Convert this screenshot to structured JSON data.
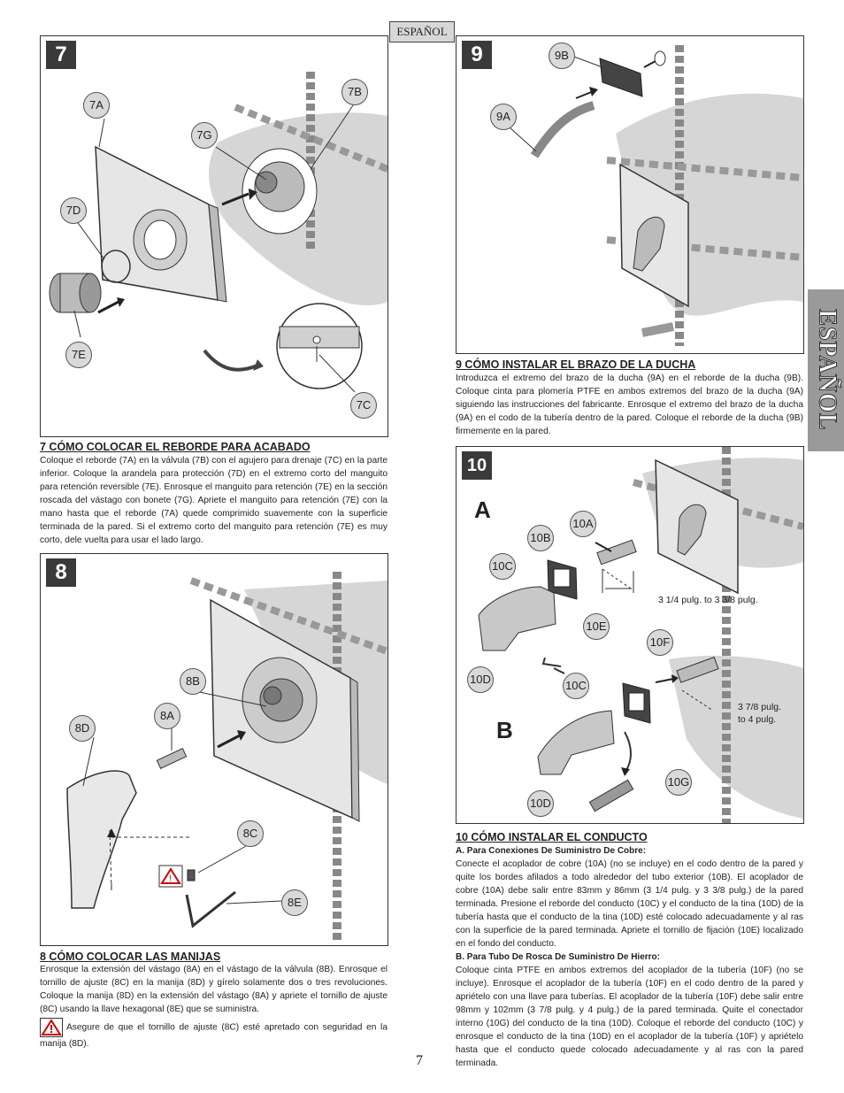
{
  "header": {
    "language_tag": "ESPAÑOL"
  },
  "side_tab": {
    "label": "ESPAÑOL"
  },
  "page_number": "7",
  "step7": {
    "number": "7",
    "callouts": {
      "a": "7A",
      "b": "7B",
      "c": "7C",
      "d": "7D",
      "e": "7E",
      "g": "7G"
    },
    "title": "7  CÓMO COLOCAR EL REBORDE PARA ACABADO",
    "text": "Coloque el reborde (7A) en la válvula (7B) con el agujero para drenaje (7C) en la parte inferior. Coloque la arandela para protección (7D) en el extremo corto del manguito para retención reversible (7E). Enrosque el manguito para retención (7E) en la sección roscada del vástago con bonete (7G). Apriete el manguito para retención (7E) con la mano hasta que el reborde (7A) quede comprimido suavemente con la superficie terminada de la pared. Si el extremo corto del manguito para retención (7E) es muy corto, dele vuelta para usar el lado largo."
  },
  "step8": {
    "number": "8",
    "callouts": {
      "a": "8A",
      "b": "8B",
      "c": "8C",
      "d": "8D",
      "e": "8E"
    },
    "title": "8  CÓMO COLOCAR LAS MANIJAS",
    "text": "Enrosque la extensión del vástago (8A) en el vástago de la válvula (8B). Enrosque el tornillo de ajuste (8C) en la manija (8D) y gírelo solamente dos o tres revoluciones. Coloque la manija (8D) en la extensión del vástago (8A) y apriete el tornillo de ajuste (8C) usando la llave hexagonal (8E) que se suministra.",
    "warning": "Asegure de que el tornillo de ajuste (8C) esté apretado con seguridad en la manija (8D)."
  },
  "step9": {
    "number": "9",
    "callouts": {
      "a": "9A",
      "b": "9B"
    },
    "title": "9  CÓMO INSTALAR EL BRAZO DE LA DUCHA",
    "text": "Introduzca el extremo del brazo de la ducha (9A) en el reborde de la ducha (9B). Coloque cinta para plomería PTFE en ambos extremos del brazo de la ducha (9A) siguiendo las instrucciones del fabricante. Enrosque el extremo del brazo de la ducha (9A) en el codo de la tubería dentro de la pared. Coloque el reborde de la ducha (9B) firmemente en la pared."
  },
  "step10": {
    "number": "10",
    "label_a": "A",
    "label_b": "B",
    "callouts": {
      "a": "10A",
      "b": "10B",
      "c1": "10C",
      "c2": "10C",
      "d1": "10D",
      "d2": "10D",
      "e": "10E",
      "f": "10F",
      "g": "10G"
    },
    "dim_a_1": "3 1/4 pulg. to 3 3/8 pulg.",
    "dim_b_1": "3 7/8 pulg.",
    "dim_b_2": "to 4 pulg.",
    "title": "10  CÓMO INSTALAR EL CONDUCTO",
    "sub_a": "A.  Para Conexiones De Suministro De Cobre:",
    "text_a": "Conecte el acoplador de cobre (10A) (no se incluye) en el codo dentro de la pared y quite los bordes afilados a todo alrededor del tubo exterior (10B). El acoplador de cobre (10A) debe salir entre 83mm y 86mm (3 1/4 pulg. y 3 3/8 pulg.) de la pared terminada. Presione el reborde del conducto (10C) y el conducto de la tina (10D) de la tubería hasta que el conducto de la tina (10D) esté colocado adecuadamente y al ras con la superficie de la pared terminada. Apriete el tornillo de fijación (10E) localizado en el fondo del conducto.",
    "sub_b": "B.  Para Tubo De Rosca De Suministro De Hierro:",
    "text_b": "Coloque cinta PTFE en ambos extremos del acoplador de la tubería (10F) (no se incluye). Enrosque el acoplador de la tubería (10F) en el codo dentro de la pared y apriételo con una llave para tuberías. El acoplador de la tubería (10F) debe salir entre 98mm y 102mm (3 7/8 pulg. y 4 pulg.) de la pared terminada.  Quite el conectador interno (10G) del conducto de la tina (10D). Coloque el reborde del conducto (10C) y enrosque el conducto de la tina (10D) en el acoplador de la tubería (10F) y apriételo hasta que el conducto quede colocado adecuadamente y al ras con la pared terminada."
  }
}
